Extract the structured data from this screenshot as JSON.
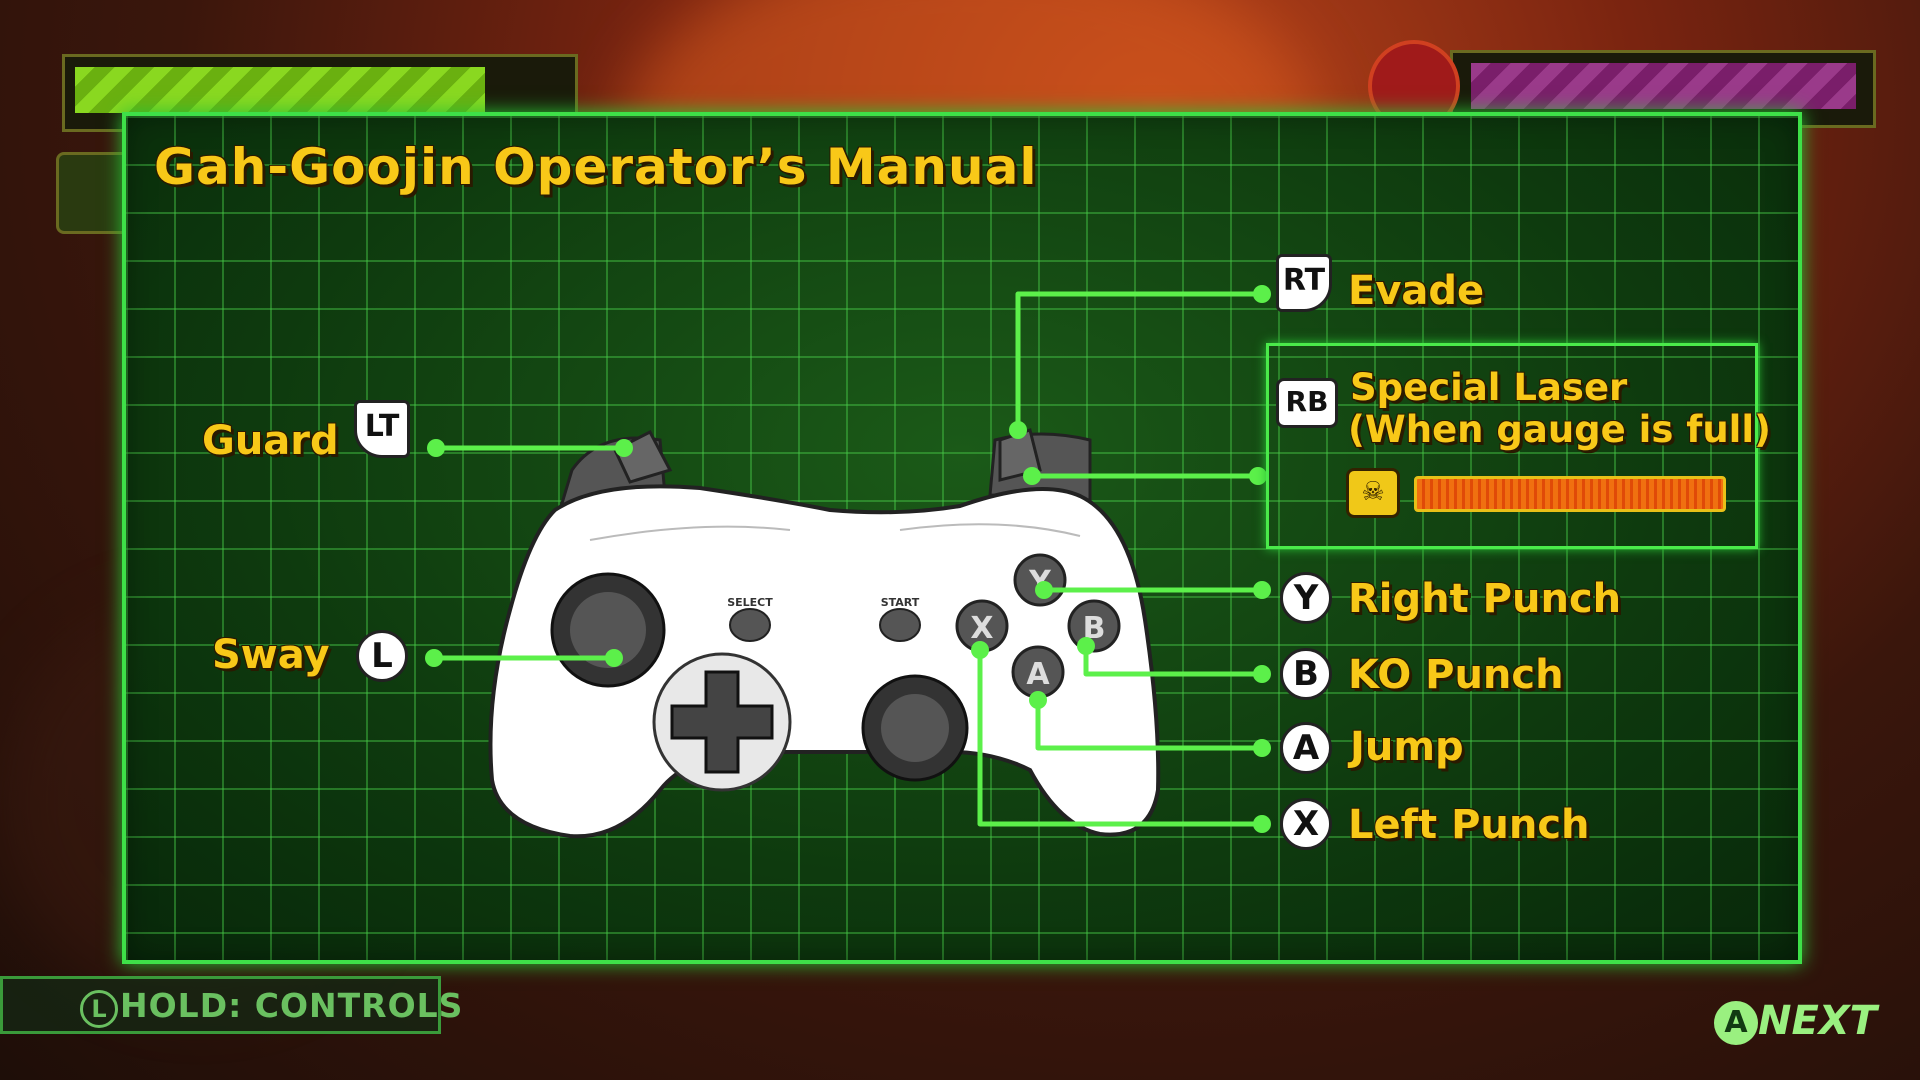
{
  "title": "Gah-Goojin Operator’s Manual",
  "controls": {
    "evade": {
      "button": "RT",
      "label": "Evade"
    },
    "guard": {
      "button": "LT",
      "label": "Guard"
    },
    "sway": {
      "button": "L",
      "label": "Sway"
    },
    "special": {
      "button": "RB",
      "label_line1": "Special Laser",
      "label_line2": "(When gauge is full)",
      "gauge_fill": 1.0
    },
    "right_punch": {
      "button": "Y",
      "label": "Right Punch"
    },
    "ko_punch": {
      "button": "B",
      "label": "KO Punch"
    },
    "jump": {
      "button": "A",
      "label": "Jump"
    },
    "left_punch": {
      "button": "X",
      "label": "Left Punch"
    }
  },
  "controller": {
    "select_label": "SELECT",
    "start_label": "START",
    "face": {
      "y": "Y",
      "b": "B",
      "a": "A",
      "x": "X"
    }
  },
  "footer": {
    "hold_icon": "L",
    "hold_label": "HOLD: CONTROLS",
    "next_icon": "A",
    "next_label": "NEXT"
  },
  "colors": {
    "accent_green": "#3ee048",
    "label_yellow": "#f8c818",
    "player_bar": "#7ec81a",
    "enemy_bar": "#8a2a7a"
  }
}
